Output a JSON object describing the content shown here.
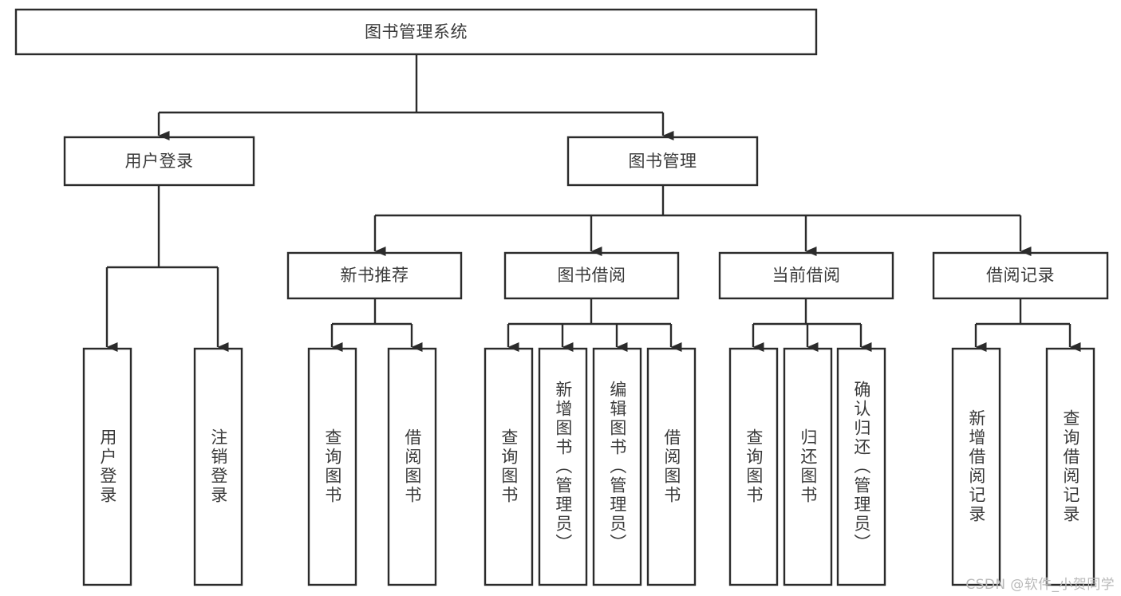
{
  "diagram": {
    "title": "图书管理系统",
    "type": "tree-hierarchy",
    "watermark": "CSDN @软件_小贺同学",
    "colors": {
      "box_fill": "#ffffff",
      "box_stroke": "#2b2b2b",
      "text": "#3a3a3a",
      "watermark": "#b9b9b9",
      "background": "#ffffff"
    },
    "nodes": {
      "root": {
        "label": "图书管理系统",
        "level": 0,
        "orientation": "horizontal"
      },
      "l1": [
        {
          "id": "user-login",
          "label": "用户登录",
          "orientation": "horizontal"
        },
        {
          "id": "book-manage",
          "label": "图书管理",
          "orientation": "horizontal"
        }
      ],
      "l2": [
        {
          "id": "new-book-rec",
          "label": "新书推荐",
          "parent": "book-manage",
          "orientation": "horizontal"
        },
        {
          "id": "book-borrow",
          "label": "图书借阅",
          "parent": "book-manage",
          "orientation": "horizontal"
        },
        {
          "id": "current-borrow",
          "label": "当前借阅",
          "parent": "book-manage",
          "orientation": "horizontal"
        },
        {
          "id": "borrow-record",
          "label": "借阅记录",
          "parent": "book-manage",
          "orientation": "horizontal"
        }
      ],
      "leaves": [
        {
          "id": "leaf-user-login",
          "label": "用户登录",
          "parent": "user-login",
          "orientation": "vertical"
        },
        {
          "id": "leaf-logout-login",
          "label": "注销登录",
          "parent": "user-login",
          "orientation": "vertical"
        },
        {
          "id": "leaf-query-book-1",
          "label": "查询图书",
          "parent": "new-book-rec",
          "orientation": "vertical"
        },
        {
          "id": "leaf-borrow-book-1",
          "label": "借阅图书",
          "parent": "new-book-rec",
          "orientation": "vertical"
        },
        {
          "id": "leaf-query-book-2",
          "label": "查询图书",
          "parent": "book-borrow",
          "orientation": "vertical"
        },
        {
          "id": "leaf-add-book",
          "label": "新增图书（管理员）",
          "parent": "book-borrow",
          "orientation": "vertical"
        },
        {
          "id": "leaf-edit-book",
          "label": "编辑图书（管理员）",
          "parent": "book-borrow",
          "orientation": "vertical"
        },
        {
          "id": "leaf-borrow-book-2",
          "label": "借阅图书",
          "parent": "book-borrow",
          "orientation": "vertical"
        },
        {
          "id": "leaf-query-book-3",
          "label": "查询图书",
          "parent": "current-borrow",
          "orientation": "vertical"
        },
        {
          "id": "leaf-return-book",
          "label": "归还图书",
          "parent": "current-borrow",
          "orientation": "vertical"
        },
        {
          "id": "leaf-confirm-return",
          "label": "确认归还（管理员）",
          "parent": "current-borrow",
          "orientation": "vertical"
        },
        {
          "id": "leaf-add-record",
          "label": "新增借阅记录",
          "parent": "borrow-record",
          "orientation": "vertical"
        },
        {
          "id": "leaf-query-record",
          "label": "查询借阅记录",
          "parent": "borrow-record",
          "orientation": "vertical"
        }
      ]
    }
  }
}
